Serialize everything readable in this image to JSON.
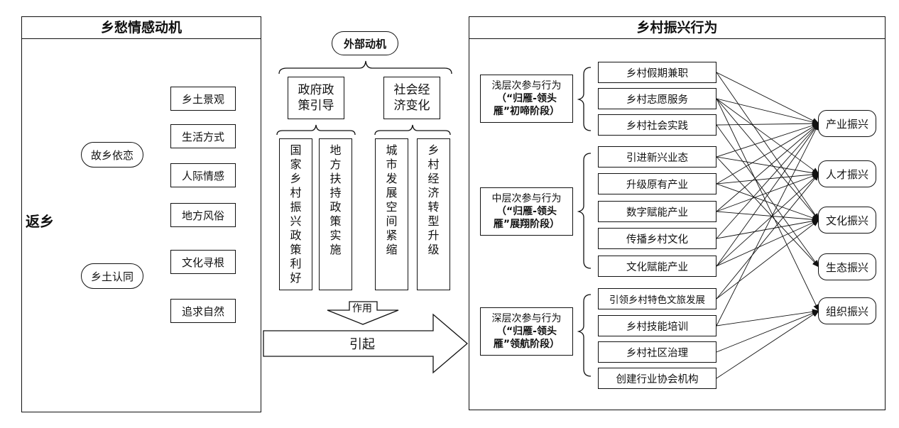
{
  "left": {
    "title": "乡愁情感动机",
    "root": "返乡",
    "group1": {
      "label": "故乡依恋",
      "items": [
        "乡土景观",
        "生活方式",
        "人际情感",
        "地方风俗"
      ]
    },
    "group2": {
      "label": "乡土认同",
      "items": [
        "文化寻根",
        "追求自然"
      ]
    }
  },
  "middle": {
    "external": "外部动机",
    "gov": {
      "label": "政府政策引导",
      "items": [
        "国家乡村振兴政策利好",
        "地方扶持政策实施"
      ]
    },
    "soc": {
      "label": "社会经济变化",
      "items": [
        "城市发展空间紧缩",
        "乡村经济转型升级"
      ]
    },
    "effect": "作用",
    "cause": "引起"
  },
  "right": {
    "title": "乡村振兴行为",
    "stages": [
      {
        "line1": "浅层次参与行为",
        "line2": "（“归雁-领头",
        "line3": "雁”初啼阶段）"
      },
      {
        "line1": "中层次参与行为",
        "line2": "（“归雁-领头",
        "line3": "雁”展翔阶段）"
      },
      {
        "line1": "深层次参与行为",
        "line2": "（“归雁-领头",
        "line3": "雁”领航阶段）"
      }
    ],
    "behaviors": [
      "乡村假期兼职",
      "乡村志愿服务",
      "乡村社会实践",
      "引进新兴业态",
      "升级原有产业",
      "数字赋能产业",
      "传播乡村文化",
      "文化赋能产业",
      "引领乡村特色文旅发展",
      "乡村技能培训",
      "乡村社区治理",
      "创建行业协会机构"
    ],
    "outcomes": [
      "产业振兴",
      "人才振兴",
      "文化振兴",
      "生态振兴",
      "组织振兴"
    ]
  }
}
